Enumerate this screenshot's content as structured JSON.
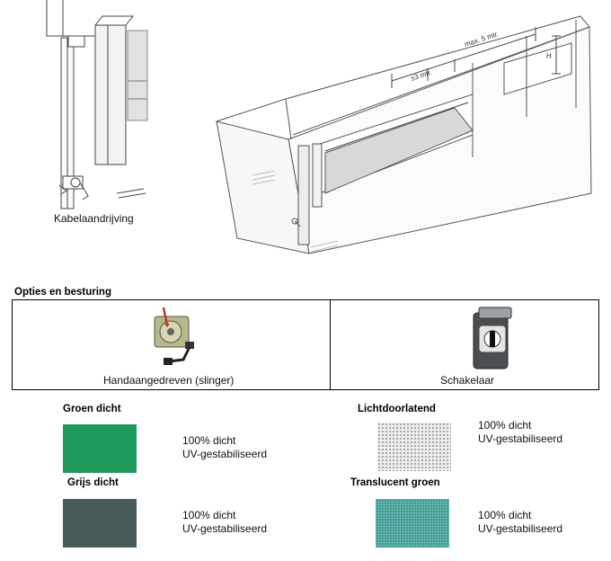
{
  "diagram": {
    "left_caption": "Kabelaandrijving",
    "dim_max_label": "max. 5 mtr.",
    "dim_small_label": "±3 mtr.",
    "dim_h_label": "H"
  },
  "options": {
    "heading": "Opties en besturing",
    "items": [
      {
        "label": "Handaangedreven (slinger)",
        "icon": "hand-crank-winch-icon"
      },
      {
        "label": "Schakelaar",
        "icon": "key-switch-icon"
      }
    ]
  },
  "fabrics": [
    {
      "name": "Groen dicht",
      "color": "#1f9a5c",
      "spec1": "100% dicht",
      "spec2": "UV-gestabiliseerd"
    },
    {
      "name": "Lichtdoorlatend",
      "color": "#e4e4e4",
      "spec1": "100% dicht",
      "spec2": "UV-gestabiliseerd"
    },
    {
      "name": "Grijs dicht",
      "color": "#475b5b",
      "spec1": "100% dicht",
      "spec2": "UV-gestabiliseerd"
    },
    {
      "name": "Translucent groen",
      "color": "#46a29a",
      "spec1": "100% dicht",
      "spec2": "UV-gestabiliseerd"
    }
  ]
}
